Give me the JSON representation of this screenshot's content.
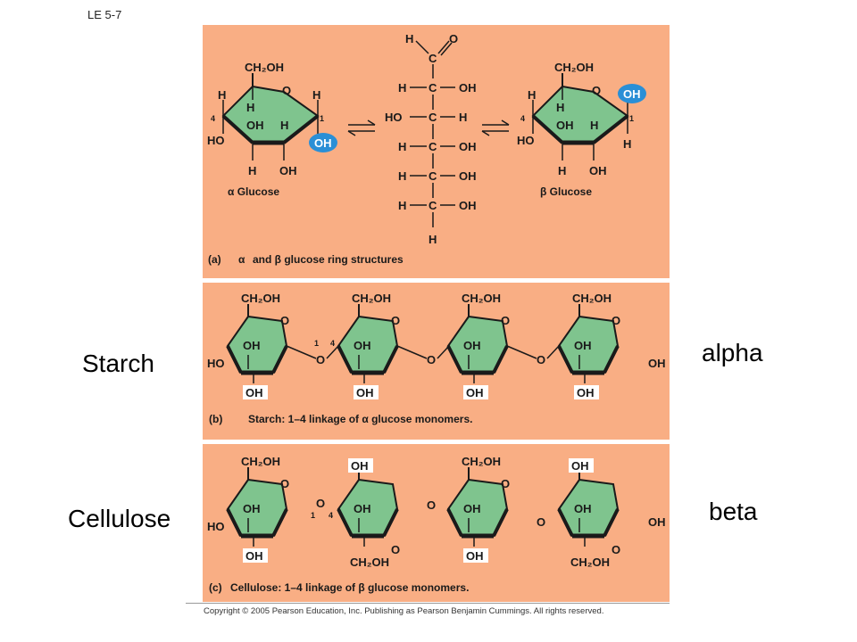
{
  "slide_label": "LE 5-7",
  "side_labels": {
    "starch": "Starch",
    "cellulose": "Cellulose",
    "alpha": "alpha",
    "beta": "beta"
  },
  "panel_a": {
    "tag": "(a)",
    "caption": "and β glucose ring structures",
    "caption_alpha": "α",
    "alpha_name": "α Glucose",
    "beta_name": "β Glucose",
    "linear_chain": [
      {
        "left": "H",
        "right": "OH"
      },
      {
        "left": "HO",
        "right": "H"
      },
      {
        "left": "H",
        "right": "OH"
      },
      {
        "left": "H",
        "right": "OH"
      },
      {
        "left": "H",
        "right": "OH"
      }
    ],
    "aldehyde_top": "H",
    "aldehyde_o": "O",
    "carbon": "C",
    "bottom": "H"
  },
  "panel_b": {
    "tag": "(b)",
    "caption": "Starch: 1–4 linkage of α glucose monomers.",
    "link_numbers": [
      "1",
      "4"
    ],
    "end_left": "HO",
    "end_right": "OH"
  },
  "panel_c": {
    "tag": "(c)",
    "caption": "Cellulose: 1–4 linkage of β glucose monomers.",
    "link_numbers": [
      "1",
      "4"
    ],
    "end_left": "HO",
    "end_right": "OH"
  },
  "ring_labels": {
    "ch2oh": "CH₂OH",
    "o": "O",
    "oh": "OH",
    "h": "H",
    "ho": "HO",
    "c1": "1",
    "c4": "4"
  },
  "colors": {
    "panel_bg": "#f9ae84",
    "ring_fill": "#7fc48e",
    "highlight_oh": "#2a8fd6",
    "text": "#1a1a1a"
  },
  "copyright": "Copyright © 2005 Pearson Education, Inc. Publishing as Pearson Benjamin Cummings. All rights reserved."
}
